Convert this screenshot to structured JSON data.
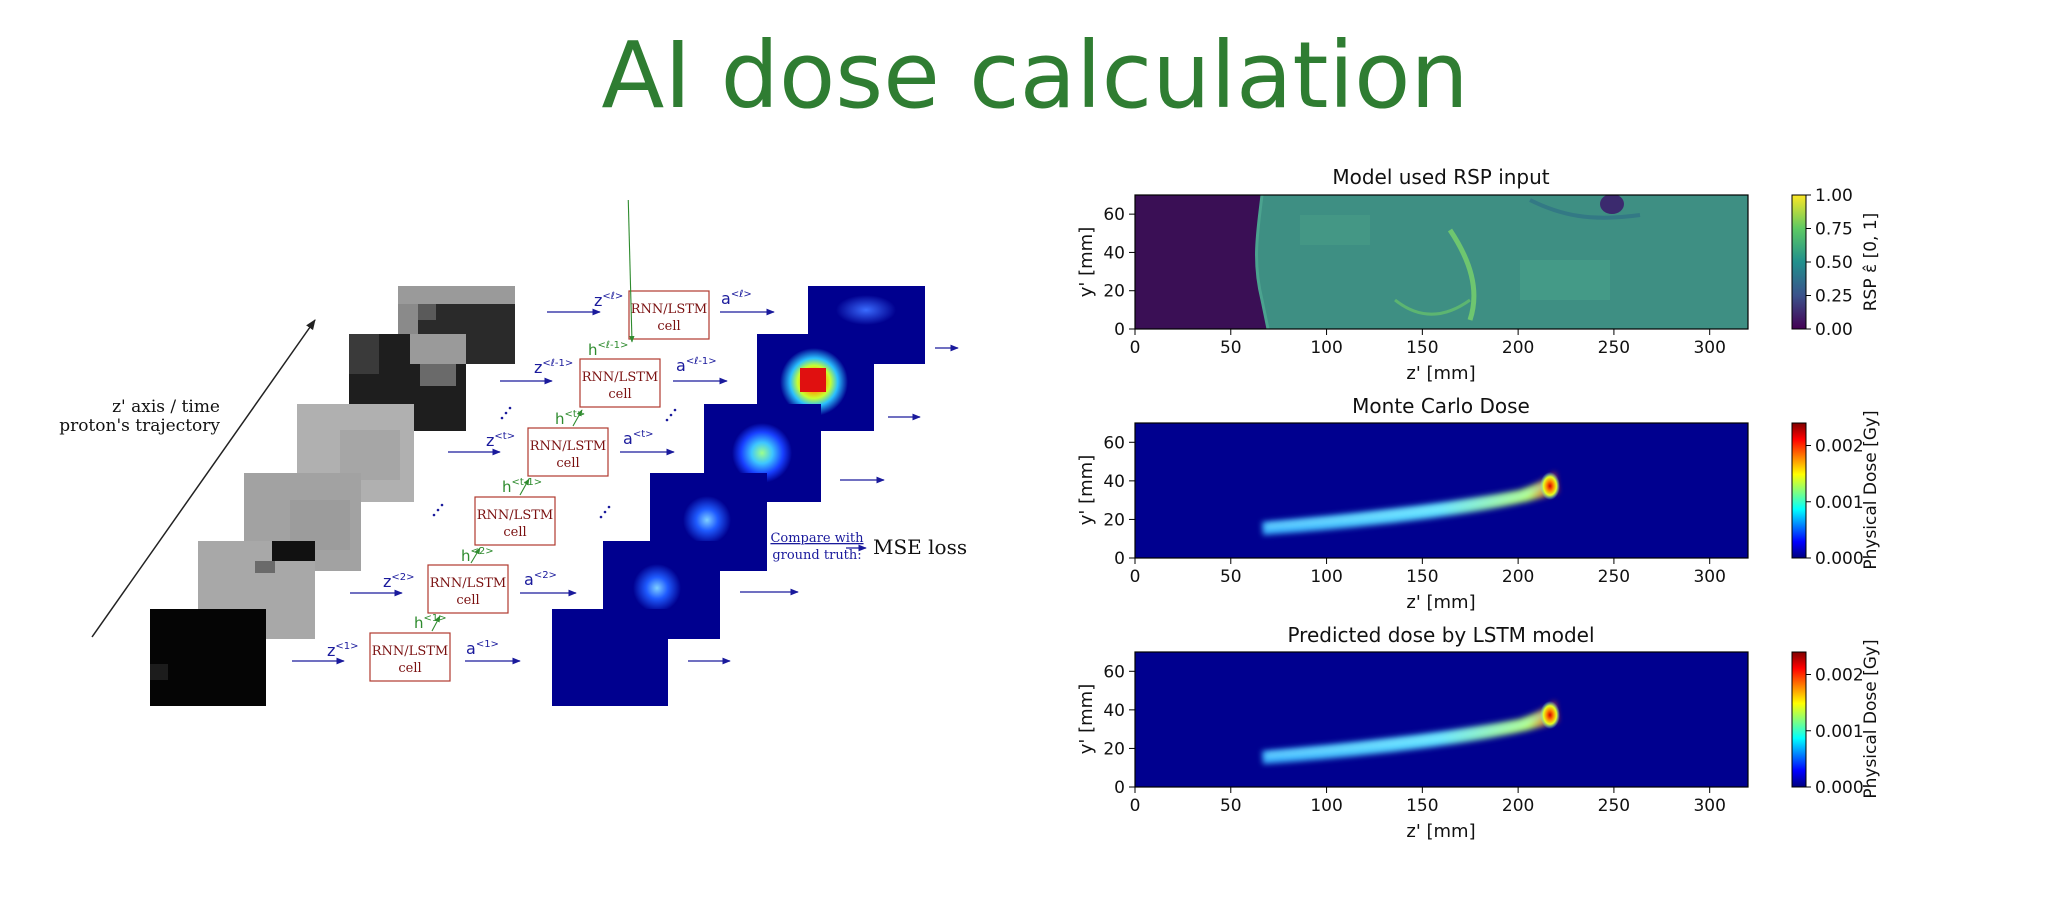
{
  "slide": {
    "title": "AI dose calculation"
  },
  "diagram": {
    "axis_label_line1": "z' axis / time",
    "axis_label_line2": "proton's trajectory",
    "cell_line1": "RNN/LSTM",
    "cell_line2": "cell",
    "compare_line1": "Compare with",
    "compare_line2": "ground truth:",
    "loss_label": "MSE loss",
    "z_base": "z",
    "a_base": "a",
    "h_base": "h",
    "sup_1": "<1>",
    "sup_2": "<2>",
    "sup_t": "<t>",
    "sup_t_minus_1": "<t-1>",
    "sup_l": "<ℓ>",
    "sup_l_minus_1": "<ℓ-1>"
  },
  "chart_data": [
    {
      "type": "heatmap",
      "title": "Model used RSP input",
      "xlabel": "z' [mm]",
      "ylabel": "y' [mm]",
      "xlim": [
        0,
        320
      ],
      "ylim": [
        0,
        70
      ],
      "xticks": [
        "0",
        "50",
        "100",
        "150",
        "200",
        "250",
        "300"
      ],
      "yticks": [
        "0",
        "20",
        "40",
        "60"
      ],
      "colorbar": {
        "label": "RSP ε̂ [0, 1]",
        "ticks": [
          "0.00",
          "0.25",
          "0.50",
          "0.75",
          "1.00"
        ],
        "min": 0.0,
        "max": 1.0,
        "colormap": "viridis"
      }
    },
    {
      "type": "heatmap",
      "title": "Monte Carlo Dose",
      "xlabel": "z' [mm]",
      "ylabel": "y' [mm]",
      "xlim": [
        0,
        320
      ],
      "ylim": [
        0,
        70
      ],
      "xticks": [
        "0",
        "50",
        "100",
        "150",
        "200",
        "250",
        "300"
      ],
      "yticks": [
        "0",
        "20",
        "40",
        "60"
      ],
      "colorbar": {
        "label": "Physical Dose [Gy]",
        "ticks": [
          "0.000",
          "0.001",
          "0.002"
        ],
        "min": 0.0,
        "max": 0.0024,
        "colormap": "jet"
      }
    },
    {
      "type": "heatmap",
      "title": "Predicted dose by LSTM model",
      "xlabel": "z' [mm]",
      "ylabel": "y' [mm]",
      "xlim": [
        0,
        320
      ],
      "ylim": [
        0,
        70
      ],
      "xticks": [
        "0",
        "50",
        "100",
        "150",
        "200",
        "250",
        "300"
      ],
      "yticks": [
        "0",
        "20",
        "40",
        "60"
      ],
      "colorbar": {
        "label": "Physical Dose [Gy]",
        "ticks": [
          "0.000",
          "0.001",
          "0.002"
        ],
        "min": 0.0,
        "max": 0.0024,
        "colormap": "jet"
      }
    }
  ],
  "colors": {
    "title": "#2f7d32",
    "cell_border": "#b03a2e",
    "cell_text": "#7a1010",
    "arrow": "#1a1a9c",
    "h_label": "#2e8b2e",
    "dose_bg": "#00008f"
  }
}
